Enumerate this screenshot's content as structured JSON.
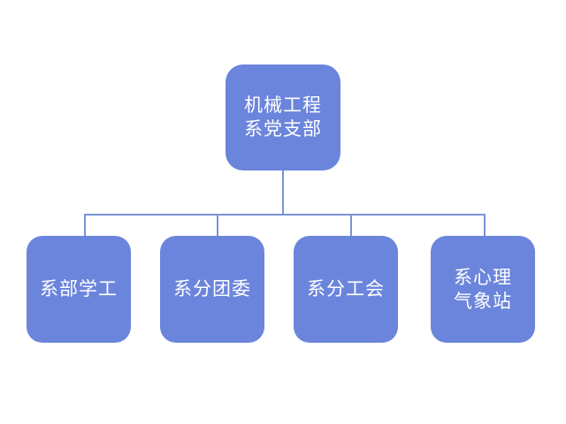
{
  "diagram": {
    "type": "organizational-chart",
    "background_color": "#ffffff",
    "node_fill_color": "#6b85dc",
    "node_text_color": "#ffffff",
    "connector_color": "#7a94d4",
    "root": {
      "label": "机械工程\n系党支部",
      "line_1": "机械工程",
      "line_2": "系党支部"
    },
    "children": [
      {
        "label": "系部学工",
        "line_1": "系部学工",
        "line_2": ""
      },
      {
        "label": "系分团委",
        "line_1": "系分团委",
        "line_2": ""
      },
      {
        "label": "系分工会",
        "line_1": "系分工会",
        "line_2": ""
      },
      {
        "label": "系心理\n气象站",
        "line_1": "系心理",
        "line_2": "气象站"
      }
    ]
  }
}
